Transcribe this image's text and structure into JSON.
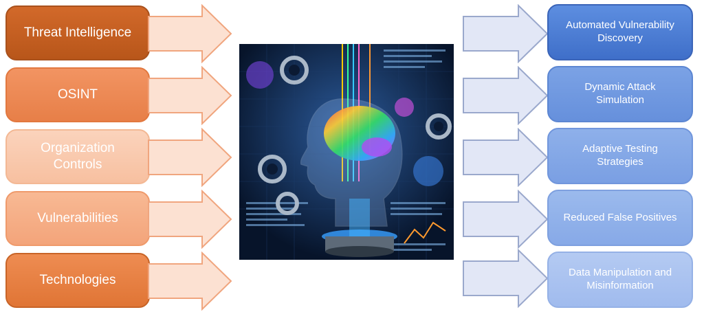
{
  "inputs": [
    {
      "label": "Threat Intelligence",
      "fill": "#c9611f",
      "text_color": "#ffffff"
    },
    {
      "label": "OSINT",
      "fill": "#ee8a55",
      "text_color": "#ffffff"
    },
    {
      "label": "Organization Controls",
      "fill": "#f9c9ad",
      "text_color": "#ffffff"
    },
    {
      "label": "Vulnerabilities",
      "fill": "#f6ae87",
      "text_color": "#ffffff"
    },
    {
      "label": "Technologies",
      "fill": "#ea8245",
      "text_color": "#ffffff"
    }
  ],
  "outputs": [
    {
      "label": "Automated Vulnerability Discovery",
      "fill": "#4e7fd6"
    },
    {
      "label": "Dynamic Attack Simulation",
      "fill": "#6f98e1"
    },
    {
      "label": "Adaptive Testing Strategies",
      "fill": "#83a7e6"
    },
    {
      "label": "Reduced False Positives",
      "fill": "#8fb0e9"
    },
    {
      "label": "Data Manipulation and Misinformation",
      "fill": "#a9c2ef"
    }
  ],
  "center_image": {
    "subject": "AI brain head illustration",
    "dominant_color": "#0b1a33"
  }
}
